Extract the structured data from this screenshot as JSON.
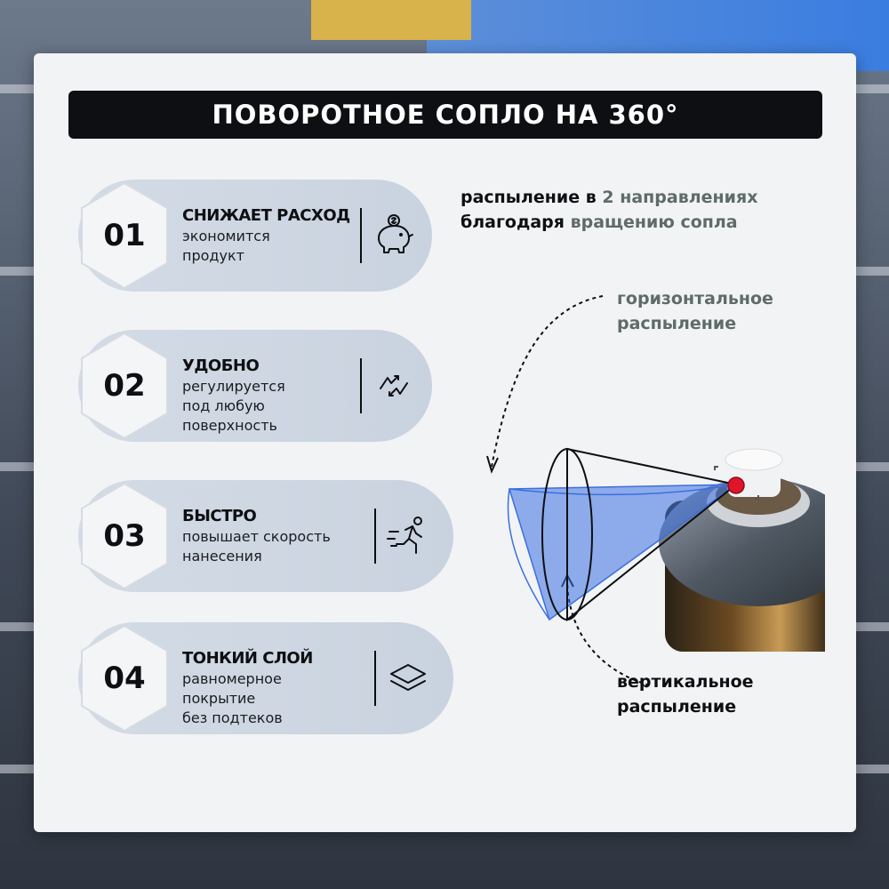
{
  "title": "ПОВОРОТНОЕ СОПЛО НА 360°",
  "headline": {
    "line1_part1": "распыление в ",
    "line1_accent": "2 направлениях",
    "line2_part1": "благодаря ",
    "line2_accent": "вращению сопла"
  },
  "features": [
    {
      "number": "01",
      "title": "СНИЖАЕТ РАСХОД",
      "description": "экономится\nпродукт",
      "icon": "piggy-bank-icon"
    },
    {
      "number": "02",
      "title": "УДОБНО",
      "description": "регулируется\nпод любую\nповерхность",
      "icon": "rotate-arrows-icon"
    },
    {
      "number": "03",
      "title": "БЫСТРО",
      "description": "повышает скорость\nнанесения",
      "icon": "running-person-icon"
    },
    {
      "number": "04",
      "title": "ТОНКИЙ СЛОЙ",
      "description": "равномерное\nпокрытие\nбез подтеков",
      "icon": "layers-icon"
    }
  ],
  "diagram": {
    "horizontal_label_line1": "горизонтальное",
    "horizontal_label_line2": "распыление",
    "vertical_label_line1": "вертикальное",
    "vertical_label_line2": "распыление",
    "spray_color": "#3b6fe0",
    "nozzle_color": "#e0152b"
  },
  "colors": {
    "title_bg": "#0d0f12",
    "panel_bg": "#f2f3f5",
    "pill_bg": "#cdd6e1",
    "accent_text": "#5f6b66"
  }
}
